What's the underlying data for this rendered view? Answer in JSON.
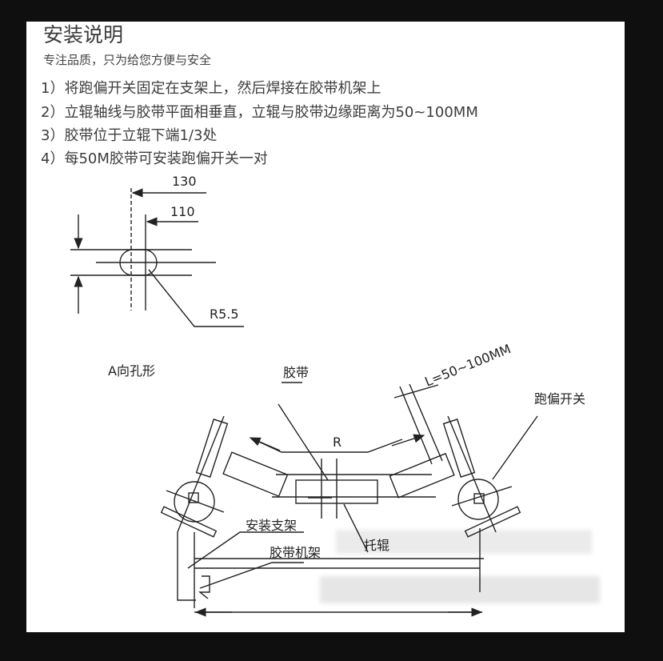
{
  "title": "安装说明",
  "subtitle": "专注品质，只为给您方便与安全",
  "steps": [
    "1）将跑偏开关固定在支架上，然后焊接在胶带机架上",
    "2）立辊轴线与胶带平面相垂直，立辊与胶带边缘距离为50~100MM",
    "3）胶带位于立辊下端1/3处",
    "4）每50M胶带可安装跑偏开关一对"
  ],
  "hole_diagram": {
    "dim_outer": "130",
    "dim_inner": "110",
    "radius": "R5.5",
    "caption": "A向孔形"
  },
  "conveyor_diagram": {
    "belt": "胶带",
    "distance": "L=50~100MM",
    "switch": "跑偏开关",
    "radius": "R",
    "bracket": "安装支架",
    "frame": "胶带机架",
    "idler": "托辊"
  }
}
